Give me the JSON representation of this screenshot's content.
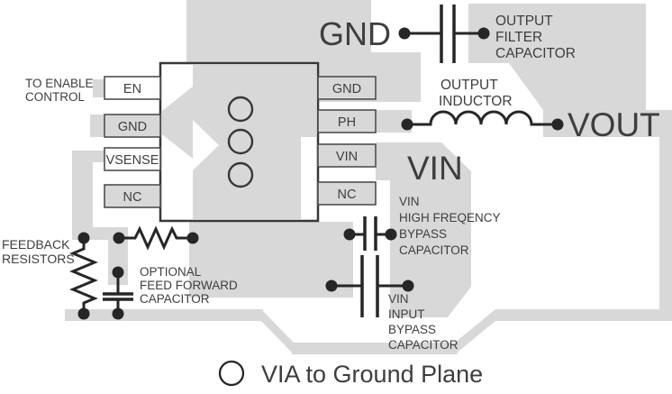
{
  "colors": {
    "copper": "#d8d8d8",
    "wire": "#262626",
    "text": "#3e3e3e",
    "outline": "#4f4f4f"
  },
  "ic": {
    "left_pins": [
      "EN",
      "GND",
      "VSENSE",
      "NC"
    ],
    "right_pins": [
      "GND",
      "PH",
      "VIN",
      "NC"
    ]
  },
  "planes": {
    "gnd": "GND",
    "vin": "VIN",
    "vout": "VOUT"
  },
  "annotations": {
    "enable_control": [
      "TO ENABLE",
      "CONTROL"
    ],
    "output_filter_capacitor": [
      "OUTPUT",
      "FILTER",
      "CAPACITOR"
    ],
    "output_inductor": [
      "OUTPUT",
      "INDUCTOR"
    ],
    "vin_high_freq_bypass": [
      "VIN",
      "HIGH FREQENCY",
      "BYPASS",
      "CAPACITOR"
    ],
    "vin_input_bypass": [
      "VIN",
      "INPUT",
      "BYPASS",
      "CAPACITOR"
    ],
    "feedback_resistors": [
      "FEEDBACK",
      "RESISTORS"
    ],
    "feed_forward_capacitor": [
      "OPTIONAL",
      "FEED FORWARD",
      "CAPACITOR"
    ]
  },
  "legend": {
    "symbol": "via-circle",
    "label": "VIA to Ground Plane"
  }
}
